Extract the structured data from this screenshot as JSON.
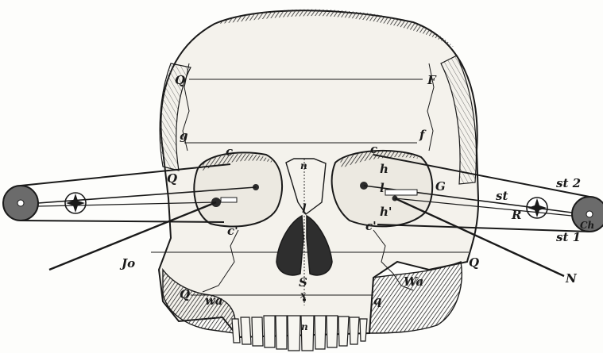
{
  "labels": {
    "Q_upper_left": "Q",
    "F": "F",
    "g": "g",
    "f": "f",
    "c_left": "c",
    "c_right": "c",
    "Q_mid_left": "Q",
    "n_top": "n",
    "h": "h",
    "G": "G",
    "l_center": "l",
    "l_right": "l",
    "h_prime": "h'",
    "c_prime_left": "c'",
    "c_prime_right": "c'",
    "st": "st",
    "st2": "st 2",
    "st1": "st 1",
    "R": "R",
    "Ch": "Ch",
    "Jo": "Jo",
    "N": "N",
    "S": "S",
    "Q_right": "Q",
    "Wa": "Wa",
    "wa": "wa",
    "Q_lower_left": "Q",
    "q": "q",
    "x": "x",
    "n_bottom": "n"
  },
  "colors": {
    "ink": "#1a1a1a",
    "bone": "#f4f2ec",
    "shade": "#3a3a3a"
  }
}
